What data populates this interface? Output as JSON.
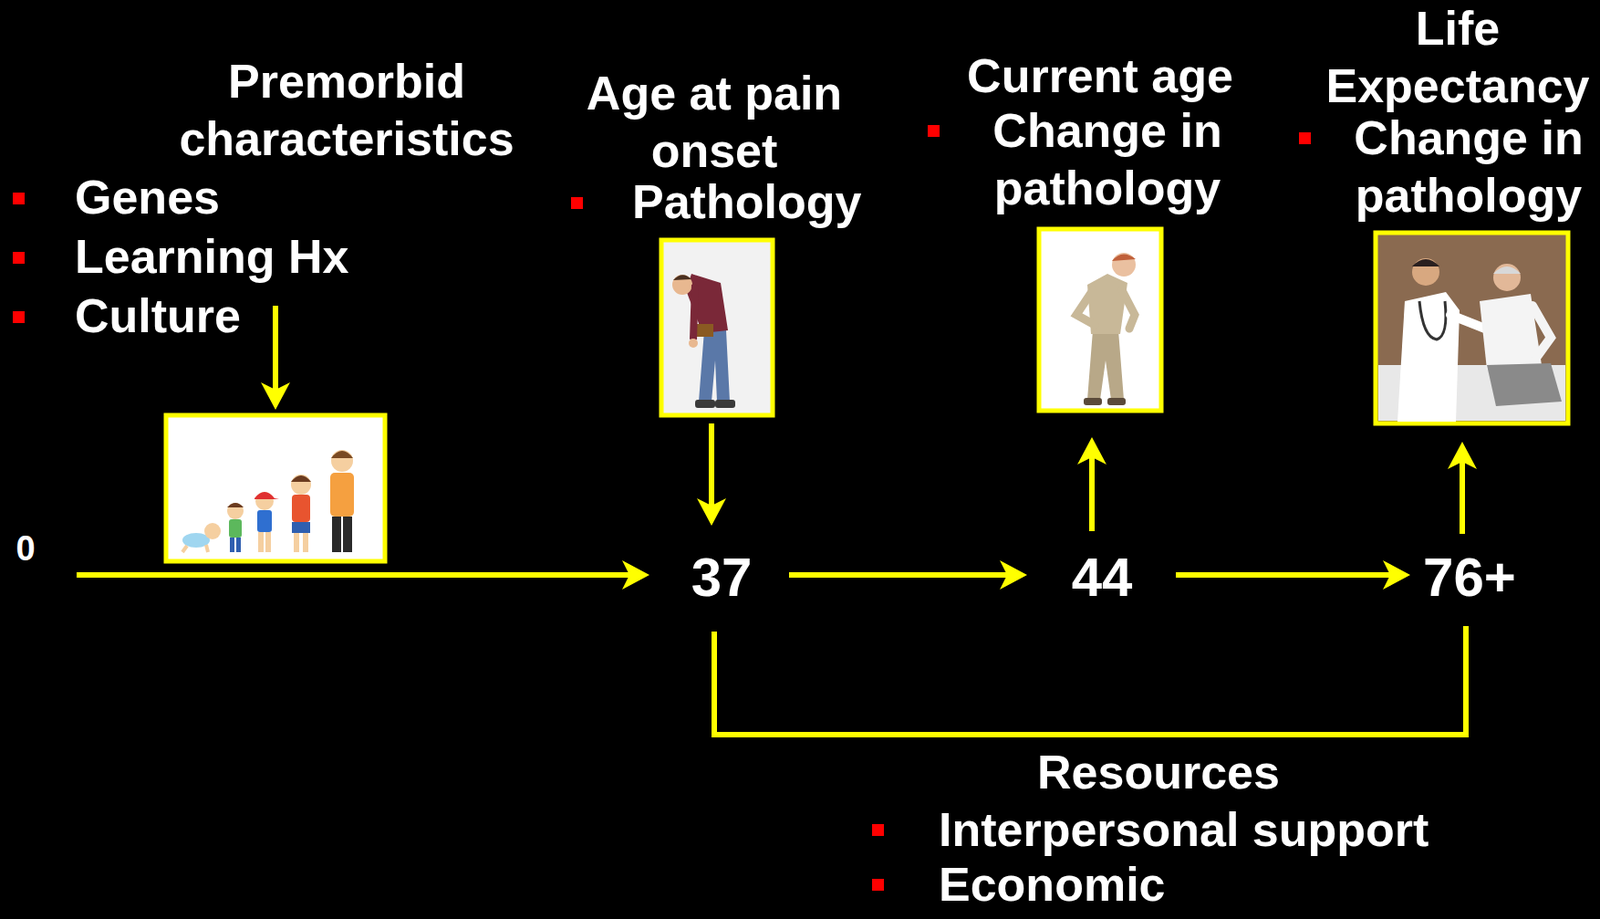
{
  "diagram": {
    "labels": [
      "Premorbid characteristics",
      "Genes",
      "Learning Hx",
      "Culture",
      "Age at pain onset",
      "Pathology",
      "Current age",
      "Change in pathology",
      "Life Expectancy",
      "Change in pathology",
      "0",
      "37",
      "44",
      "76+",
      "Resources",
      "Interpersonal support",
      "Economic"
    ]
  }
}
